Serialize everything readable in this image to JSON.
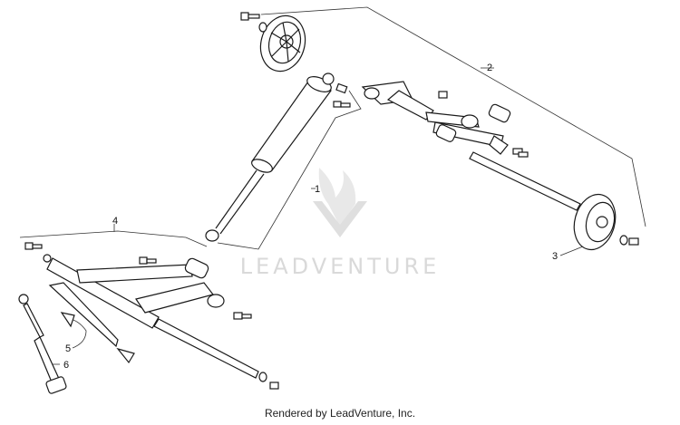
{
  "callouts": [
    {
      "label": "1"
    },
    {
      "label": "2"
    },
    {
      "label": "3"
    },
    {
      "label": "4"
    },
    {
      "label": "5"
    },
    {
      "label": "6"
    }
  ],
  "watermark": {
    "text": "LEADVENTURE"
  },
  "footer": {
    "text": "Rendered by LeadVenture, Inc."
  },
  "colors": {
    "line": "#1a1a1a",
    "watermark": "#d9d9d9",
    "background": "#ffffff"
  }
}
